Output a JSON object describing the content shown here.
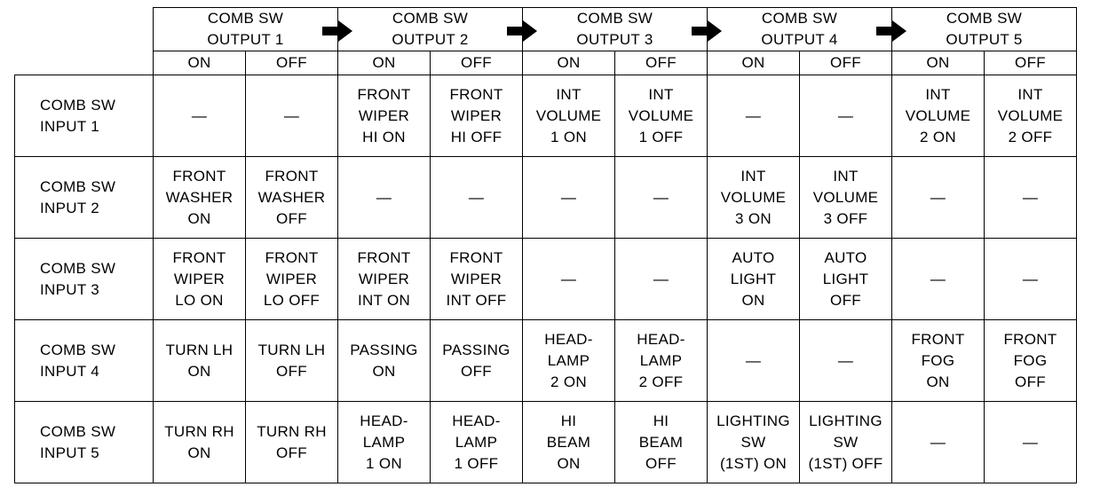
{
  "outputs": [
    {
      "line1": "COMB SW",
      "line2": "OUTPUT 1"
    },
    {
      "line1": "COMB SW",
      "line2": "OUTPUT 2"
    },
    {
      "line1": "COMB SW",
      "line2": "OUTPUT 3"
    },
    {
      "line1": "COMB SW",
      "line2": "OUTPUT 4"
    },
    {
      "line1": "COMB SW",
      "line2": "OUTPUT 5"
    }
  ],
  "states": [
    "ON",
    "OFF",
    "ON",
    "OFF",
    "ON",
    "OFF",
    "ON",
    "OFF",
    "ON",
    "OFF"
  ],
  "rows": [
    {
      "label": [
        "COMB SW",
        "INPUT 1"
      ],
      "cells": [
        [
          "—"
        ],
        [
          "—"
        ],
        [
          "FRONT",
          "WIPER",
          "HI ON"
        ],
        [
          "FRONT",
          "WIPER",
          "HI OFF"
        ],
        [
          "INT",
          "VOLUME",
          "1 ON"
        ],
        [
          "INT",
          "VOLUME",
          "1 OFF"
        ],
        [
          "—"
        ],
        [
          "—"
        ],
        [
          "INT",
          "VOLUME",
          "2 ON"
        ],
        [
          "INT",
          "VOLUME",
          "2 OFF"
        ]
      ]
    },
    {
      "label": [
        "COMB SW",
        "INPUT 2"
      ],
      "cells": [
        [
          "FRONT",
          "WASHER",
          "ON"
        ],
        [
          "FRONT",
          "WASHER",
          "OFF"
        ],
        [
          "—"
        ],
        [
          "—"
        ],
        [
          "—"
        ],
        [
          "—"
        ],
        [
          "INT",
          "VOLUME",
          "3 ON"
        ],
        [
          "INT",
          "VOLUME",
          "3 OFF"
        ],
        [
          "—"
        ],
        [
          "—"
        ]
      ]
    },
    {
      "label": [
        "COMB SW",
        "INPUT 3"
      ],
      "cells": [
        [
          "FRONT",
          "WIPER",
          "LO ON"
        ],
        [
          "FRONT",
          "WIPER",
          "LO OFF"
        ],
        [
          "FRONT",
          "WIPER",
          "INT ON"
        ],
        [
          "FRONT",
          "WIPER",
          "INT OFF"
        ],
        [
          "—"
        ],
        [
          "—"
        ],
        [
          "AUTO",
          "LIGHT",
          "ON"
        ],
        [
          "AUTO",
          "LIGHT",
          "OFF"
        ],
        [
          "—"
        ],
        [
          "—"
        ]
      ]
    },
    {
      "label": [
        "COMB SW",
        "INPUT 4"
      ],
      "cells": [
        [
          "TURN LH",
          "ON"
        ],
        [
          "TURN LH",
          "OFF"
        ],
        [
          "PASSING",
          "ON"
        ],
        [
          "PASSING",
          "OFF"
        ],
        [
          "HEAD-",
          "LAMP",
          "2 ON"
        ],
        [
          "HEAD-",
          "LAMP",
          "2 OFF"
        ],
        [
          "—"
        ],
        [
          "—"
        ],
        [
          "FRONT",
          "FOG",
          "ON"
        ],
        [
          "FRONT",
          "FOG",
          "OFF"
        ]
      ]
    },
    {
      "label": [
        "COMB SW",
        "INPUT 5"
      ],
      "cells": [
        [
          "TURN RH",
          "ON"
        ],
        [
          "TURN RH",
          "OFF"
        ],
        [
          "HEAD-",
          "LAMP",
          "1 ON"
        ],
        [
          "HEAD-",
          "LAMP",
          "1 OFF"
        ],
        [
          "HI",
          "BEAM",
          "ON"
        ],
        [
          "HI",
          "BEAM",
          "OFF"
        ],
        [
          "LIGHTING",
          "SW",
          "(1ST) ON"
        ],
        [
          "LIGHTING",
          "SW",
          "(1ST) OFF"
        ],
        [
          "—"
        ],
        [
          "—"
        ]
      ]
    }
  ],
  "arrow_icon": "right-arrow-icon"
}
